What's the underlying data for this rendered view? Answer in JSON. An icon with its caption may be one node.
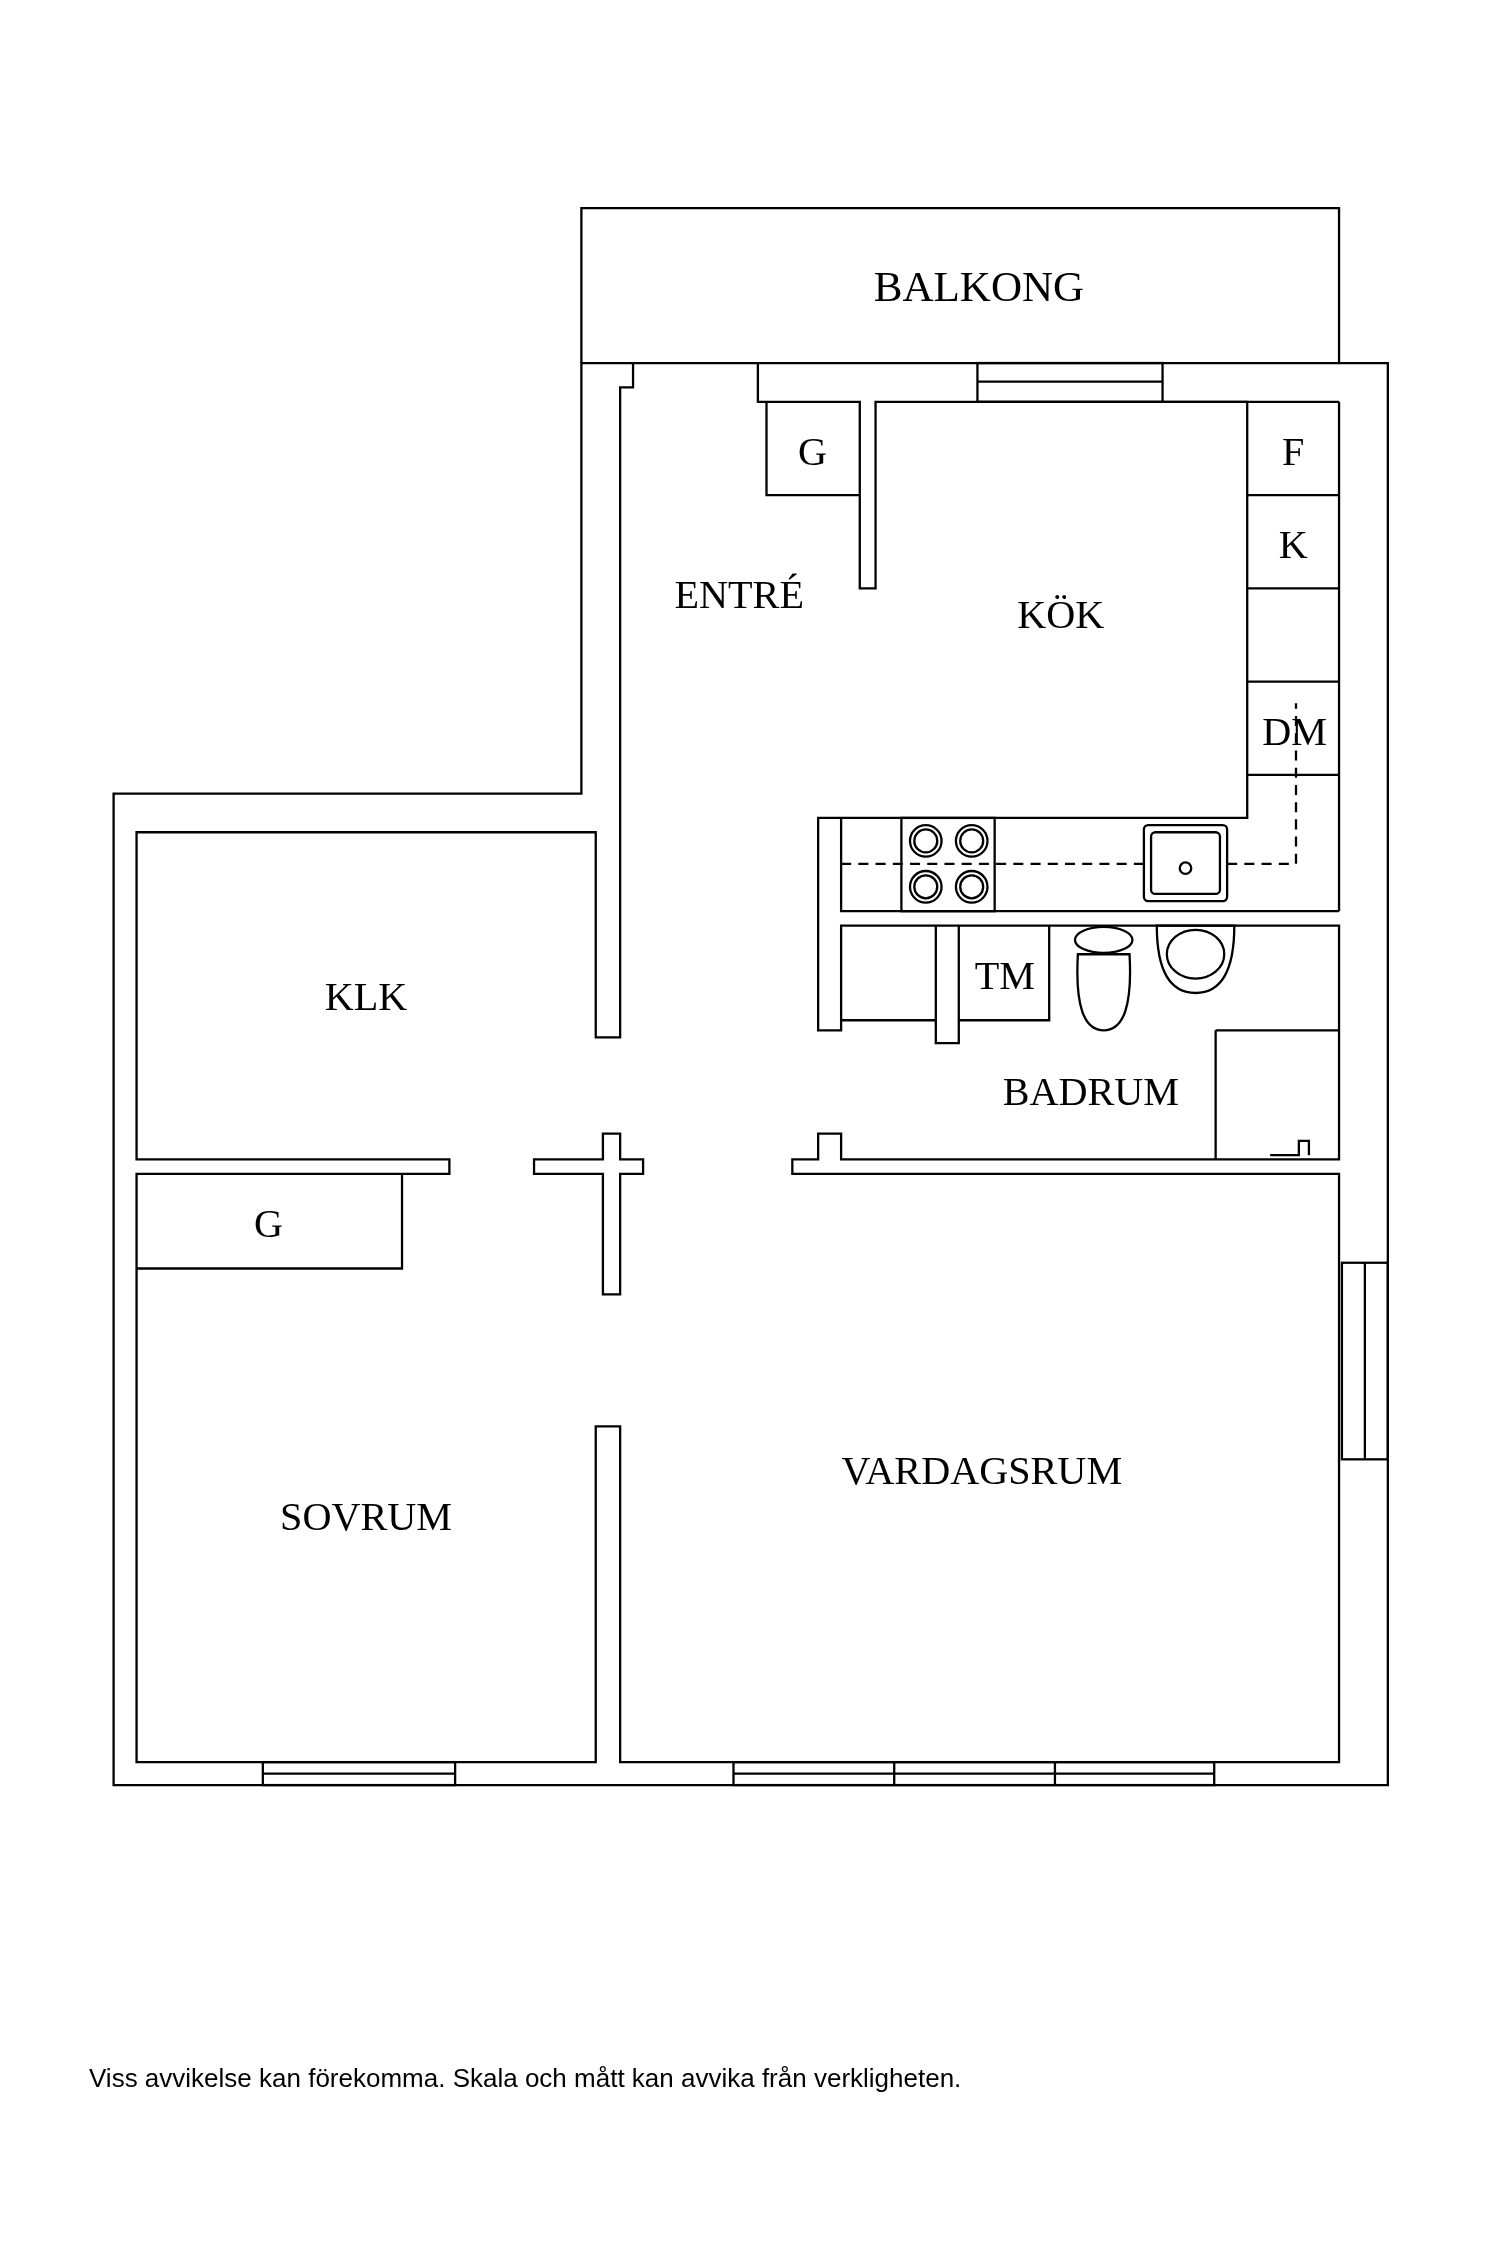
{
  "diagram": {
    "caption": "Viss avvikelse kan förekomma. Skala och mått kan avvika från verkligheten.",
    "labels": [
      "BALKONG",
      "G",
      "F",
      "ENTRÉ",
      "K",
      "KÖK",
      "DM",
      "TM",
      "KLK",
      "BADRUM",
      "G",
      "VARDAGSRUM",
      "SOVRUM"
    ]
  }
}
